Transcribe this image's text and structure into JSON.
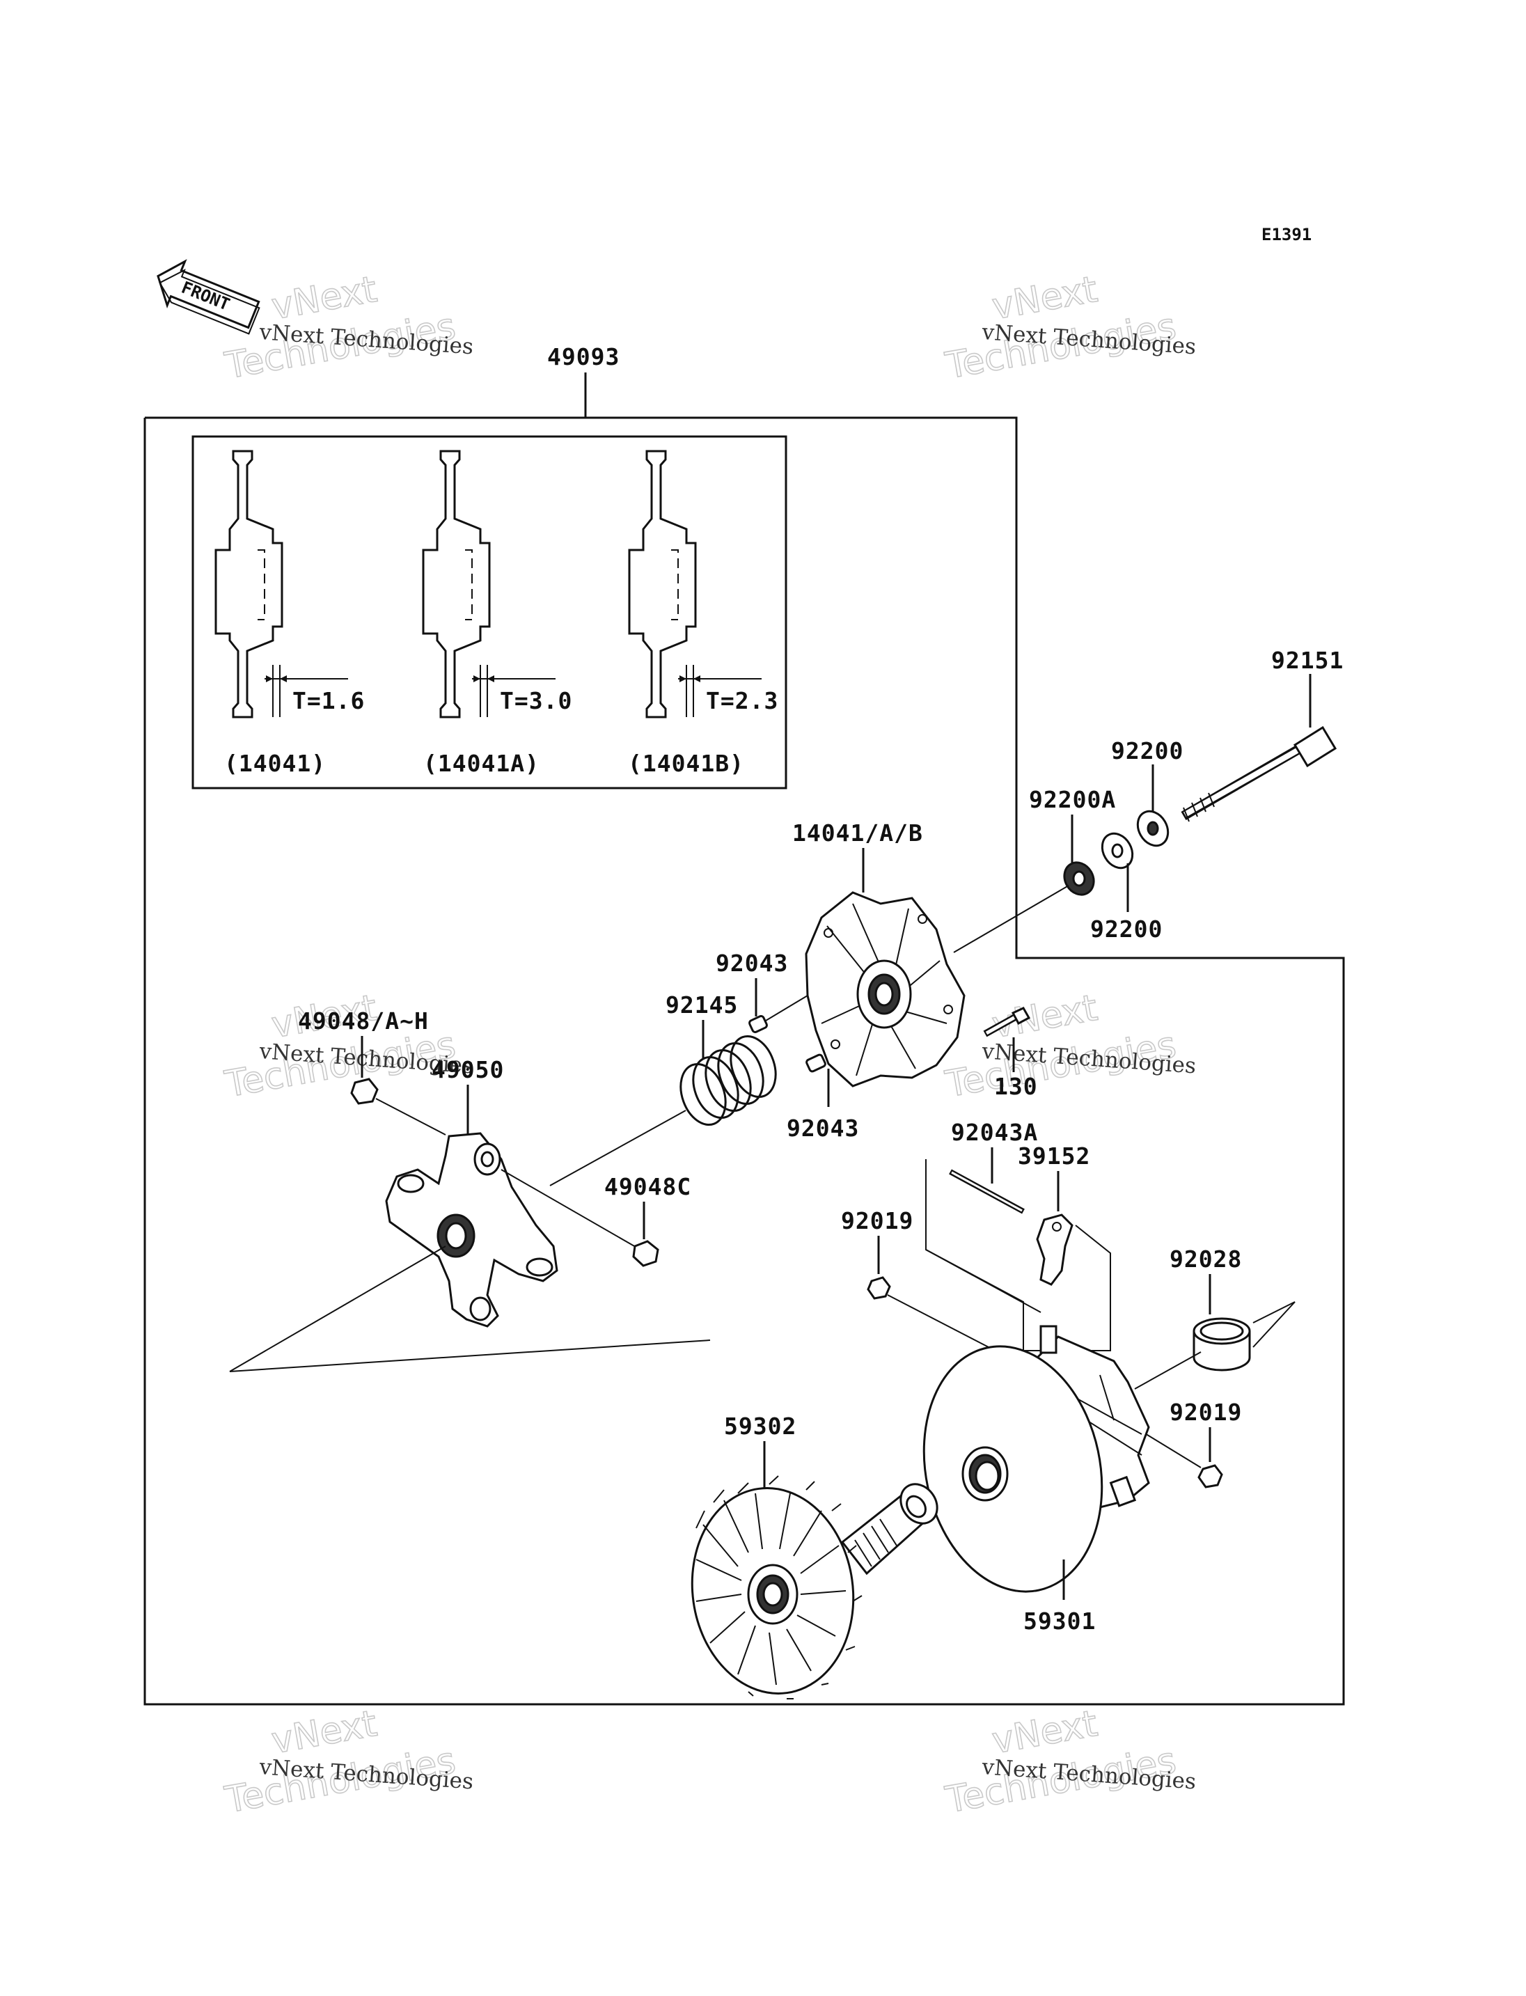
{
  "diagram_code": "E1391",
  "front_label": "FRONT",
  "watermark": {
    "line1": "vNext Technologies",
    "line2": "vNext",
    "line3": "Technologies"
  },
  "assembly_label": "49093",
  "inset": {
    "variants": [
      {
        "thickness": "T=1.6",
        "part": "(14041)"
      },
      {
        "thickness": "T=3.0",
        "part": "(14041A)"
      },
      {
        "thickness": "T=2.3",
        "part": "(14041B)"
      }
    ]
  },
  "callouts": {
    "p92151": "92151",
    "p92200_top": "92200",
    "p92200A": "92200A",
    "p92200_bottom": "92200",
    "p14041AB": "14041/A/B",
    "p92043_top": "92043",
    "p92145": "92145",
    "p49048AH": "49048/A~H",
    "p49050": "49050",
    "p130": "130",
    "p92043_bottom": "92043",
    "p92043A": "92043A",
    "p39152": "39152",
    "p49048C": "49048C",
    "p92019_left": "92019",
    "p92028": "92028",
    "p92019_right": "92019",
    "p59302": "59302",
    "p59301": "59301"
  },
  "colors": {
    "line": "#111111",
    "background": "#ffffff",
    "watermark": "#c9c9c9"
  }
}
